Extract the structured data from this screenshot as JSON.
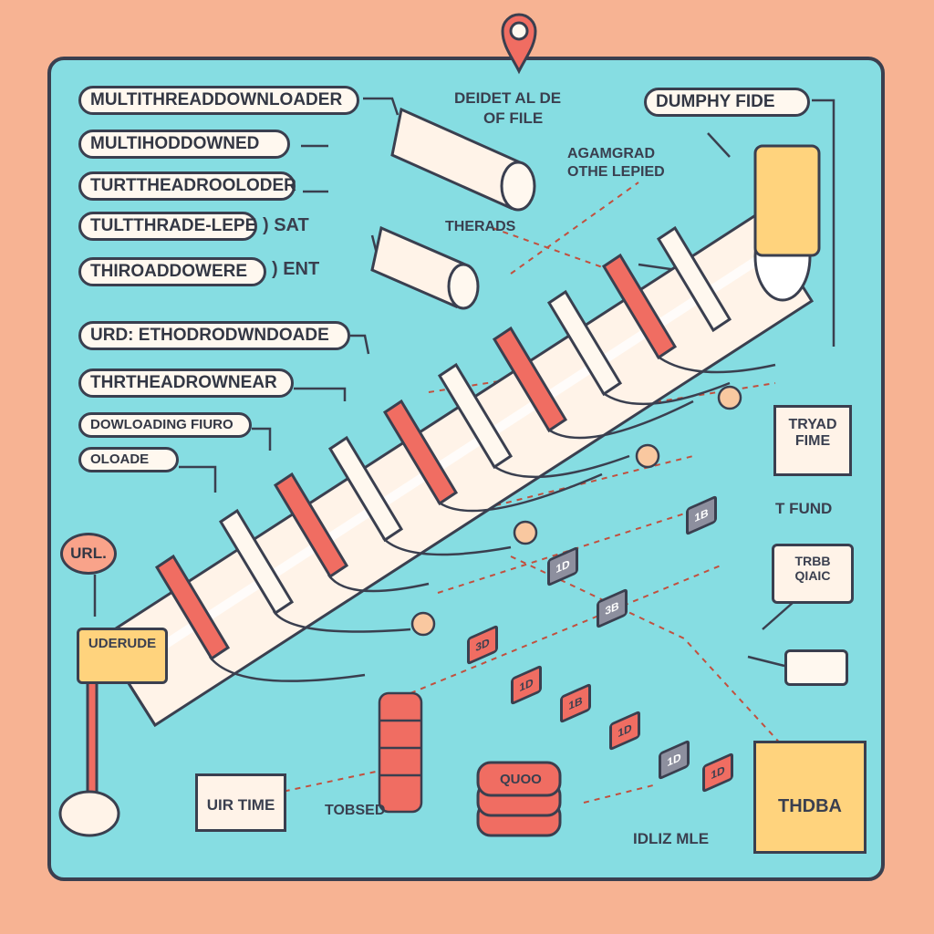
{
  "colors": {
    "background": "#f7b393",
    "panel": "#86dde2",
    "outline": "#3a3f4f",
    "accent_red": "#f06d62",
    "cream": "#fff8ef",
    "yellow": "#ffd37d",
    "grey": "#8d8f9e"
  },
  "labels": {
    "list": [
      "MULTITHREADDOWNLOADER",
      "MULTIHODDOWNED",
      "TURTTHEADROOLODER",
      "TULTTHRADE-LEPE",
      "THIROADDOWERE",
      "URD: ETHODRODWNDOADE",
      "THRTHEADROWNEAR",
      "DOWLOADING FIURO",
      "OLOADE"
    ],
    "sat": ") SAT",
    "ent": ") ENT",
    "top_center_1": "DEIDET AL DE",
    "top_center_2": "OF FILE",
    "dumphy": "DUMPHY FIDE",
    "agamgrad_1": "AGAMGRAD",
    "agamgrad_2": "OTHE LEPIED",
    "threads": "THERADS",
    "url": "URL.",
    "uderude": "UDERUDE",
    "uir_time": "UIR TIME",
    "tobsed": "TOBSED",
    "quoo": "QUOO",
    "idliz": "IDLIZ MLE",
    "thdba": "THDBA",
    "t_fund": "T FUND",
    "tryad": "TRYAD",
    "fime": "FIME",
    "trbb": "TRBB",
    "qiaic": "QIAIC"
  },
  "tags": [
    "1D",
    "3D",
    "1D",
    "3B",
    "1B",
    "1D",
    "1D",
    "1D",
    "1B"
  ]
}
